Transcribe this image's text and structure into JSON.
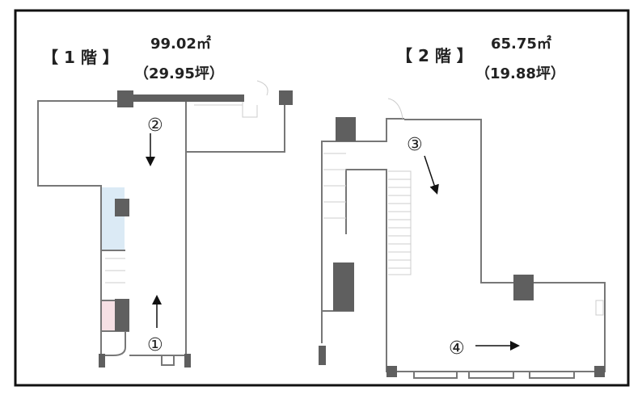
{
  "floor1": {
    "title": "【 1 階 】",
    "area_sqm": "99.02㎡",
    "area_tsubo": "（29.95坪）",
    "markers": [
      {
        "label": "①",
        "direction": "up"
      },
      {
        "label": "②",
        "direction": "down"
      }
    ]
  },
  "floor2": {
    "title": "【 2 階 】",
    "area_sqm": "65.75㎡",
    "area_tsubo": "（19.88坪）",
    "markers": [
      {
        "label": "③",
        "direction": "down-right"
      },
      {
        "label": "④",
        "direction": "right"
      }
    ]
  },
  "colors": {
    "wall": "#777777",
    "pillar": "#5f5f5f",
    "frame": "#111111",
    "wet_area": "#dbeaf5",
    "pink_area": "#f6e0e4"
  }
}
